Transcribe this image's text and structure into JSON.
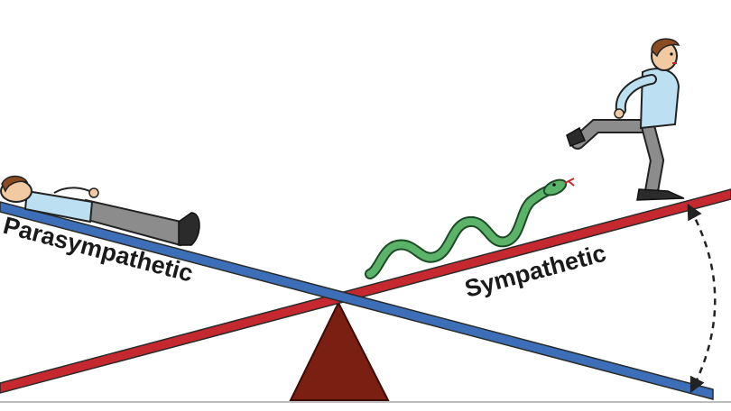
{
  "labels": {
    "left": "Parasympathetic",
    "right": "Sympathetic"
  },
  "colors": {
    "blue_beam": "#3d6fb8",
    "red_beam": "#c5282f",
    "fulcrum": "#7a1f12",
    "snake": "#5bb36a",
    "shirt": "#bcdff2",
    "trousers": "#8c8c8c",
    "hair": "#8a4a22"
  },
  "icons": {
    "fulcrum": "triangle-fulcrum",
    "arrow": "dashed-curved-double-arrow",
    "snake": "snake",
    "left_figure": "reclining-man",
    "right_figure": "running-man"
  }
}
